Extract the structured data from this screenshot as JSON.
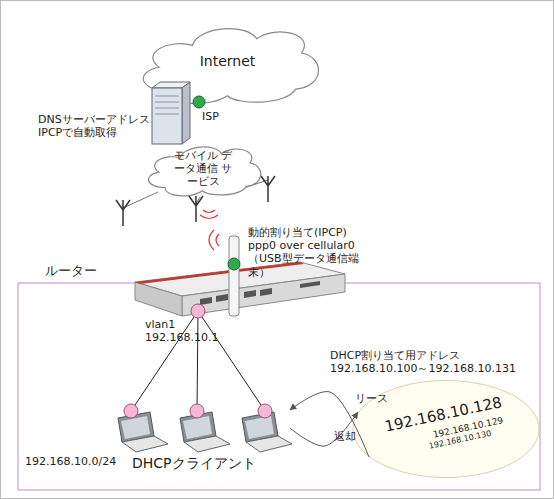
{
  "diagram": {
    "nodes": [
      {
        "text": [
          "Internet"
        ]
      },
      {
        "text": [
          "ISP",
          "DNSサーバーアドレス IPCPで自動取得"
        ]
      },
      {
        "text": [
          "モバイル データ通信 サービス"
        ]
      },
      {
        "text": [
          "ルーター",
          "動的割り当て(IPCP) ppp0 over cellular0（USB型データ通信端末）",
          "vlan1 192.168.10.1"
        ]
      },
      {
        "text": [
          "DHCPクライアント"
        ]
      },
      {
        "text": [
          "DHCP割り当て用アドレス 192.168.10.100～192.168.10.131",
          "192.168.10.128",
          "192.168.10.129",
          "192.168.10.130"
        ]
      }
    ],
    "edges": [
      {
        "from": 5,
        "to": 4,
        "label": "リース",
        "arrow": "to"
      },
      {
        "from": 4,
        "to": 5,
        "label": "返却",
        "arrow": "to"
      }
    ],
    "labels": [
      "192.168.10.0/24"
    ]
  }
}
